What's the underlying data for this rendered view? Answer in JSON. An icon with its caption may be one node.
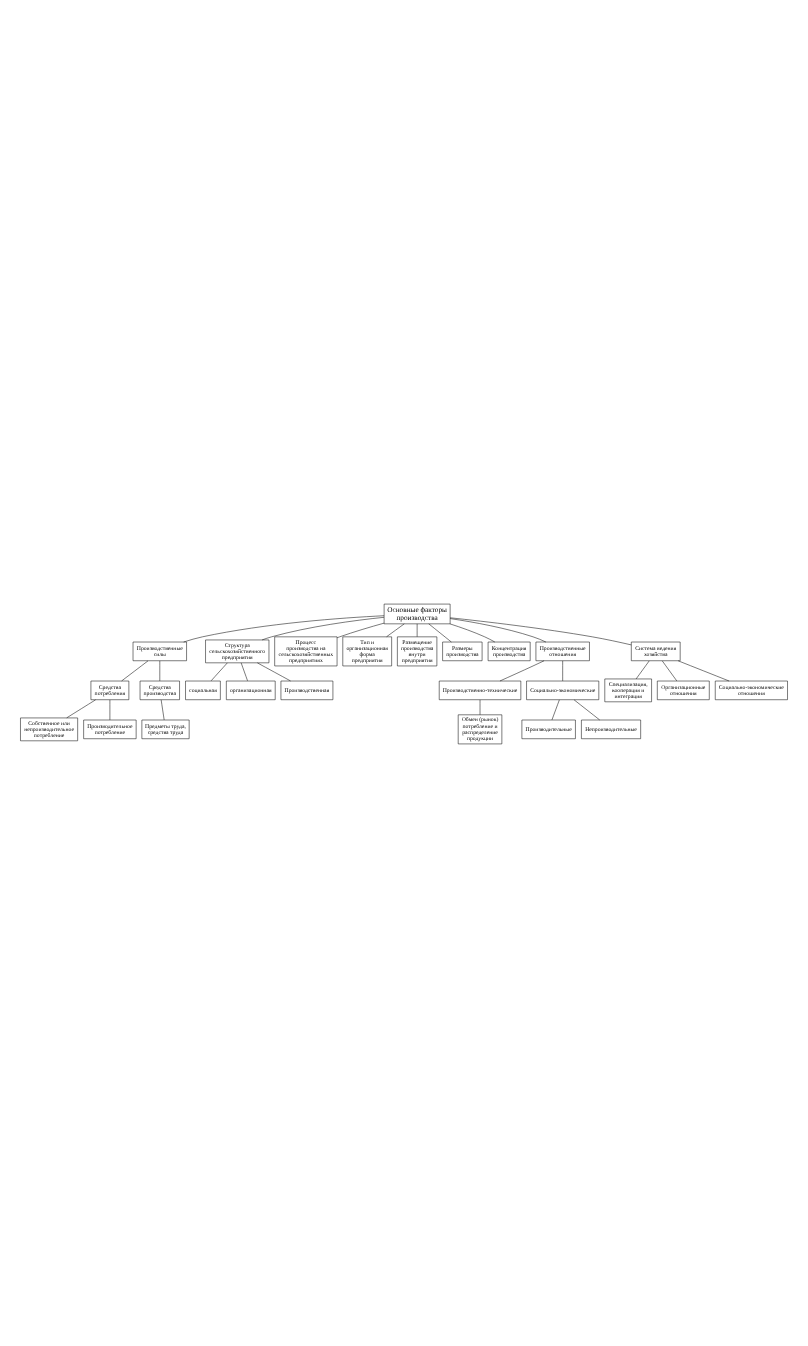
{
  "diagram": {
    "nodes": [
      {
        "text": [
          "Основные факторы производства"
        ]
      },
      {
        "text": [
          "Производственные силы"
        ]
      },
      {
        "text": [
          "Средства потребления"
        ]
      },
      {
        "text": [
          "Собственное или непроизводительное потребление"
        ]
      },
      {
        "text": [
          "Производительное потребление"
        ]
      },
      {
        "text": [
          "Средства производства"
        ]
      },
      {
        "text": [
          "Предметы труда, средства труда"
        ]
      },
      {
        "text": [
          "Структура сельскохозяйственного предприятия"
        ]
      },
      {
        "text": [
          "социальная"
        ]
      },
      {
        "text": [
          "организационная"
        ]
      },
      {
        "text": [
          "Производственная"
        ]
      },
      {
        "text": [
          "Процесс производства на сельскохозяйственных предприятиях"
        ]
      },
      {
        "text": [
          "Тип и организационная форма предприятия"
        ]
      },
      {
        "text": [
          "Размещение производства внутри предприятия"
        ]
      },
      {
        "text": [
          "Размеры производства"
        ]
      },
      {
        "text": [
          "Концентрация производства"
        ]
      },
      {
        "text": [
          "Производственные отношения"
        ]
      },
      {
        "text": [
          "Производственно-технические"
        ]
      },
      {
        "text": [
          "Обмен (рынок) потребление и распределение продукции"
        ]
      },
      {
        "text": [
          "Социально-экономические"
        ]
      },
      {
        "text": [
          "Производительные"
        ]
      },
      {
        "text": [
          "Непроизводительные"
        ]
      },
      {
        "text": [
          "Система ведения хозяйства"
        ]
      },
      {
        "text": [
          "Специализация, кооперация и интеграция"
        ]
      },
      {
        "text": [
          "Организационные отношения"
        ]
      },
      {
        "text": [
          "Социально-экономические отношения"
        ]
      }
    ],
    "edges": [
      {
        "from": 0,
        "to": 1,
        "arrow": "none"
      },
      {
        "from": 0,
        "to": 7,
        "arrow": "none"
      },
      {
        "from": 0,
        "to": 14,
        "arrow": "none"
      },
      {
        "from": 0,
        "to": 13,
        "arrow": "none"
      },
      {
        "from": 0,
        "to": 12,
        "arrow": "none"
      },
      {
        "from": 0,
        "to": 11,
        "arrow": "none"
      },
      {
        "from": 0,
        "to": 15,
        "arrow": "none"
      },
      {
        "from": 0,
        "to": 22,
        "arrow": "none"
      },
      {
        "from": 0,
        "to": 16,
        "arrow": "none"
      },
      {
        "from": 1,
        "to": 2,
        "arrow": "none"
      },
      {
        "from": 1,
        "to": 5,
        "arrow": "none"
      },
      {
        "from": 2,
        "to": 3,
        "arrow": "none"
      },
      {
        "from": 2,
        "to": 4,
        "arrow": "none"
      },
      {
        "from": 5,
        "to": 6,
        "arrow": "none"
      },
      {
        "from": 7,
        "to": 8,
        "arrow": "none"
      },
      {
        "from": 7,
        "to": 9,
        "arrow": "none"
      },
      {
        "from": 7,
        "to": 10,
        "arrow": "none"
      },
      {
        "from": 16,
        "to": 17,
        "arrow": "none"
      },
      {
        "from": 16,
        "to": 19,
        "arrow": "none"
      },
      {
        "from": 17,
        "to": 18,
        "arrow": "none"
      },
      {
        "from": 19,
        "to": 20,
        "arrow": "none"
      },
      {
        "from": 19,
        "to": 21,
        "arrow": "none"
      },
      {
        "from": 22,
        "to": 23,
        "arrow": "none"
      },
      {
        "from": 22,
        "to": 24,
        "arrow": "none"
      },
      {
        "from": 22,
        "to": 25,
        "arrow": "none"
      }
    ]
  }
}
